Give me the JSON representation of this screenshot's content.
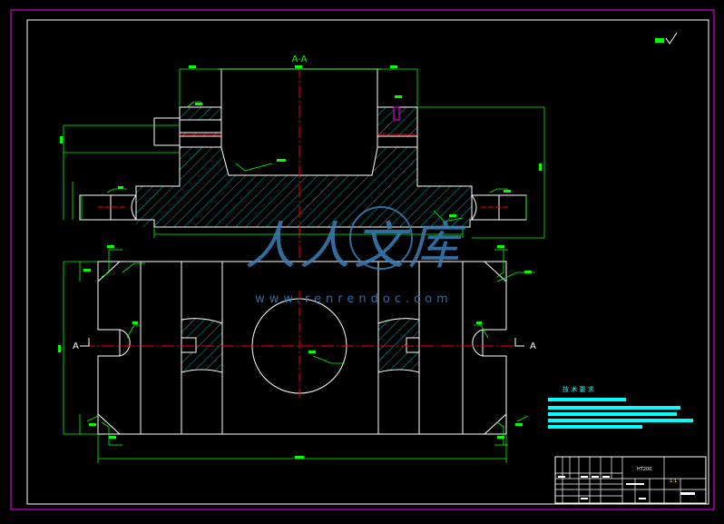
{
  "drawing": {
    "section_title": "A-A",
    "section_mark_left": "A",
    "section_mark_right": "A",
    "tech_requirements_title": "技 术 要 求",
    "title_block_material": "HT200",
    "title_block_scale": "1:1"
  },
  "watermark": {
    "logo_text": "人人文库",
    "url_text": "www.renrendoc.com"
  },
  "colors": {
    "background": "#000000",
    "frame": "#ff00ff",
    "outline": "#ffffff",
    "dimension": "#00ff00",
    "centerline": "#ff0000",
    "hatch": "#00aaaa",
    "text_highlight": "#00ffff",
    "watermark": "#3a7fb8"
  }
}
